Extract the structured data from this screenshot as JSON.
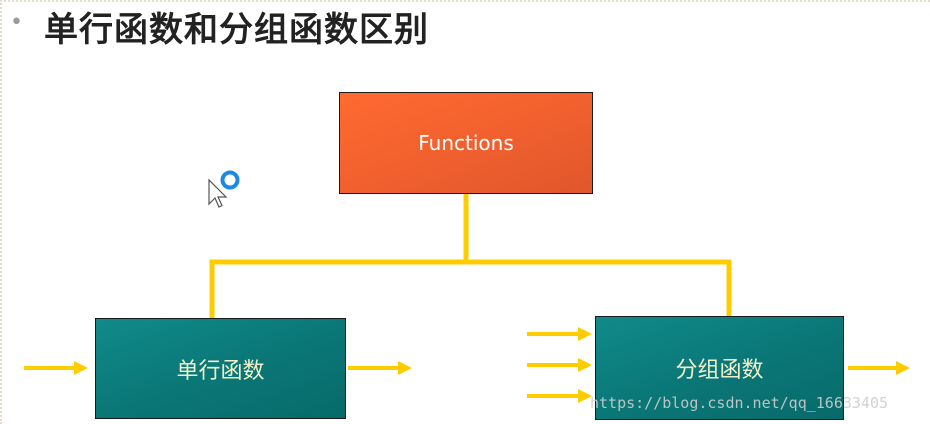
{
  "slide": {
    "bullet": "•",
    "title": "单行函数和分组函数区别"
  },
  "diagram": {
    "root": {
      "label": "Functions"
    },
    "children": [
      {
        "label": "单行函数",
        "inputs": 1,
        "outputs": 1
      },
      {
        "label": "分组函数",
        "inputs": 3,
        "outputs": 1
      }
    ]
  },
  "colors": {
    "root_fill": "#f05f2e",
    "child_fill": "#0a7676",
    "connector": "#ffcc00",
    "title_text": "#222222"
  },
  "overlay": {
    "watermark": "https://blog.csdn.net/qq_16633405",
    "cursor_icon": "arrow-cursor-with-busy-ring"
  }
}
